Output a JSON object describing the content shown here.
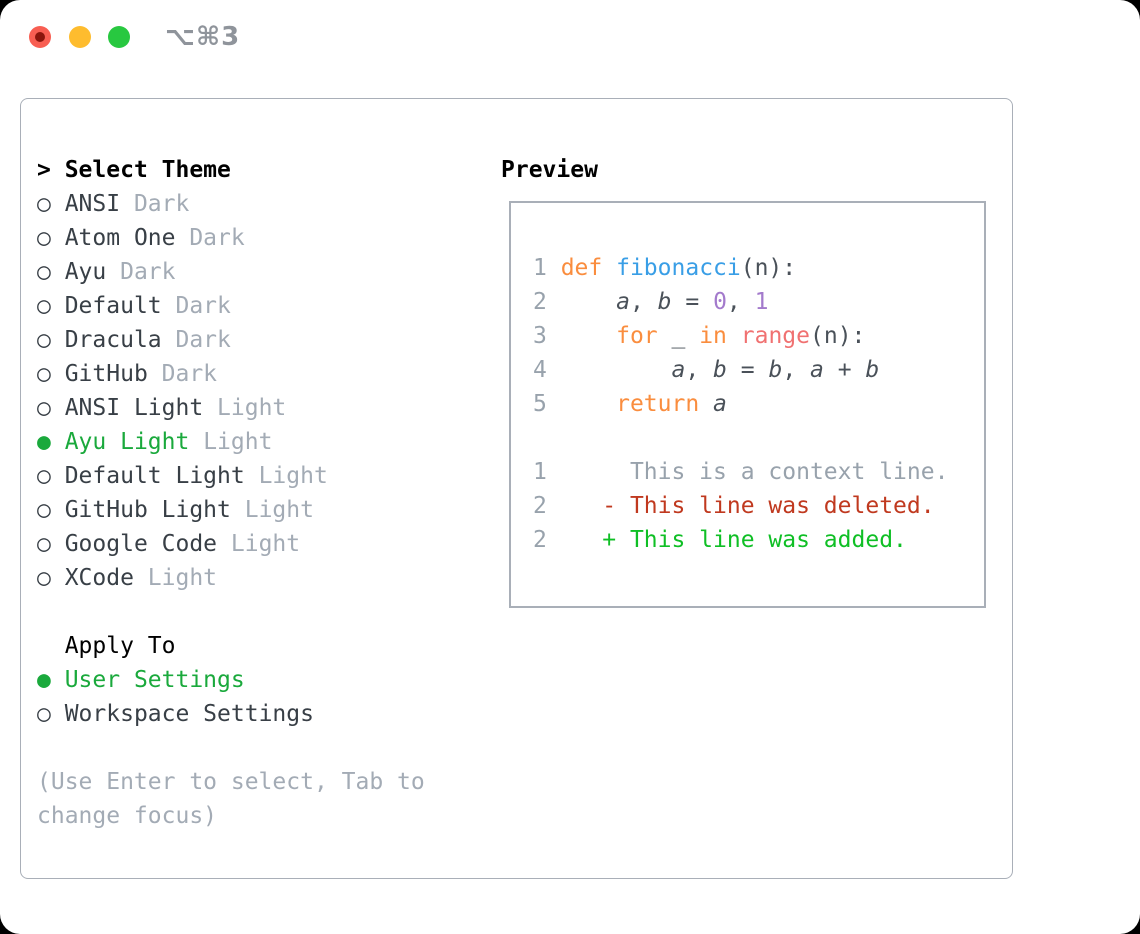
{
  "window": {
    "title": "⌥⌘3"
  },
  "titlebar_icons": {
    "close": "close-button",
    "minimize": "minimize-button",
    "zoom": "zoom-button"
  },
  "colors": {
    "selected_green": "#1aa93c",
    "added_green": "#0fbf25",
    "deleted_red": "#c0391f",
    "keyword_orange": "#fa8d3e",
    "function_blue": "#399ee6",
    "number_purple": "#a37acc",
    "call_coral": "#f07171",
    "muted_gray": "#a3abb5",
    "border_gray": "#a9afb8",
    "traffic_red": "#f85e52",
    "traffic_yellow": "#febc2e",
    "traffic_green": "#28c840"
  },
  "theme_selector": {
    "prompt_marker": "> ",
    "title": "Select Theme",
    "items": [
      {
        "name": "ANSI",
        "variant": "Dark",
        "selected": false
      },
      {
        "name": "Atom One",
        "variant": "Dark",
        "selected": false
      },
      {
        "name": "Ayu",
        "variant": "Dark",
        "selected": false
      },
      {
        "name": "Default",
        "variant": "Dark",
        "selected": false
      },
      {
        "name": "Dracula",
        "variant": "Dark",
        "selected": false
      },
      {
        "name": "GitHub",
        "variant": "Dark",
        "selected": false
      },
      {
        "name": "ANSI Light",
        "variant": "Light",
        "selected": false
      },
      {
        "name": "Ayu Light",
        "variant": "Light",
        "selected": true
      },
      {
        "name": "Default Light",
        "variant": "Light",
        "selected": false
      },
      {
        "name": "GitHub Light",
        "variant": "Light",
        "selected": false
      },
      {
        "name": "Google Code",
        "variant": "Light",
        "selected": false
      },
      {
        "name": "XCode",
        "variant": "Light",
        "selected": false
      }
    ]
  },
  "apply_to": {
    "title": "Apply To",
    "options": [
      {
        "label": "User Settings",
        "selected": true
      },
      {
        "label": "Workspace Settings",
        "selected": false
      }
    ]
  },
  "hint_lines": [
    "(Use Enter to select, Tab to",
    "change focus)"
  ],
  "preview": {
    "title": "Preview",
    "code_lines": [
      {
        "num": "1",
        "tokens": [
          [
            "def",
            "kw"
          ],
          [
            " ",
            "pl"
          ],
          [
            "fibonacci",
            "fn"
          ],
          [
            "(n):",
            "pl"
          ]
        ]
      },
      {
        "num": "2",
        "tokens": [
          [
            "    ",
            "pl"
          ],
          [
            "a",
            "var"
          ],
          [
            ", ",
            "pl"
          ],
          [
            "b",
            "var"
          ],
          [
            " = ",
            "pl"
          ],
          [
            "0",
            "num"
          ],
          [
            ", ",
            "pl"
          ],
          [
            "1",
            "num"
          ]
        ]
      },
      {
        "num": "3",
        "tokens": [
          [
            "    ",
            "pl"
          ],
          [
            "for",
            "kw"
          ],
          [
            " _ ",
            "pl"
          ],
          [
            "in",
            "kw"
          ],
          [
            " ",
            "pl"
          ],
          [
            "range",
            "call"
          ],
          [
            "(n):",
            "pl"
          ]
        ]
      },
      {
        "num": "4",
        "tokens": [
          [
            "        ",
            "pl"
          ],
          [
            "a",
            "var"
          ],
          [
            ", ",
            "pl"
          ],
          [
            "b",
            "var"
          ],
          [
            " = ",
            "pl"
          ],
          [
            "b",
            "var"
          ],
          [
            ", ",
            "pl"
          ],
          [
            "a",
            "var"
          ],
          [
            " + ",
            "pl"
          ],
          [
            "b",
            "var"
          ]
        ]
      },
      {
        "num": "5",
        "tokens": [
          [
            "    ",
            "pl"
          ],
          [
            "return",
            "kw"
          ],
          [
            " ",
            "pl"
          ],
          [
            "a",
            "var"
          ]
        ]
      }
    ],
    "diff_lines": [
      {
        "num": "1",
        "text": "     This is a context line.",
        "kind": "context"
      },
      {
        "num": "2",
        "text": "   - This line was deleted.",
        "kind": "deleted"
      },
      {
        "num": "2",
        "text": "   + This line was added.",
        "kind": "added"
      }
    ]
  }
}
